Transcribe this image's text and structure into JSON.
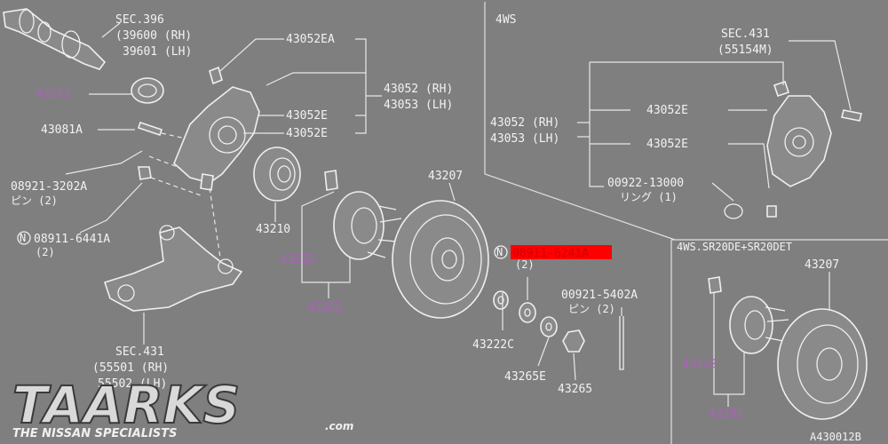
{
  "colors": {
    "background": "#7f7f7f",
    "lines": "#e8e8e8",
    "highlight": "#d00000",
    "magenta_labels": "#b05fc0"
  },
  "labels": {
    "sec396": "SEC.396",
    "sec396_rh": "(39600 (RH)",
    "sec396_lh": "39601 (LH)",
    "p43052ea": "43052EA",
    "p43232": "43232",
    "p43052rh": "43052 (RH)",
    "p43053lh": "43053 (LH)",
    "p43052e_a": "43052E",
    "p43052e_b": "43052E",
    "p43081a": "43081A",
    "p08921": "08921-3202A",
    "pin2_a": "ピン (2)",
    "n_mark_a": "N",
    "p08911_6441": "08911-6441A",
    "qty2_a": "(2)",
    "p43210": "43210",
    "p43222_a": "43222",
    "p43202_a": "43202",
    "p43207_a": "43207",
    "sec431_b": "SEC.431",
    "sec431_rh": "(55501 (RH)",
    "sec431_lh": "55502 (LH)",
    "n_mark_b": "N",
    "p08911_6241": "08911-6241A",
    "qty2_b": "(2)",
    "p00921": "00921-5402A",
    "pin2_b": "ピン (2)",
    "p43222c": "43222C",
    "p43265e": "43265E",
    "p43265": "43265",
    "ws4_title": "4WS",
    "ws4_sec431": "SEC.431",
    "ws4_55154": "(55154M)",
    "ws4_43052rh": "43052 (RH)",
    "ws4_43053lh": "43053 (LH)",
    "ws4_43052e_a": "43052E",
    "ws4_43052e_b": "43052E",
    "ws4_00922": "00922-13000",
    "ws4_ring": "リング (1)",
    "sr_title": "4WS.SR20DE+SR20DET",
    "sr_43207": "43207",
    "sr_43222": "43222",
    "sr_43202": "43202",
    "code": "A430012B"
  },
  "logo": {
    "main": "TAARKS",
    "sub": "THE NISSAN SPECIALISTS",
    "dotcom": ".com"
  }
}
